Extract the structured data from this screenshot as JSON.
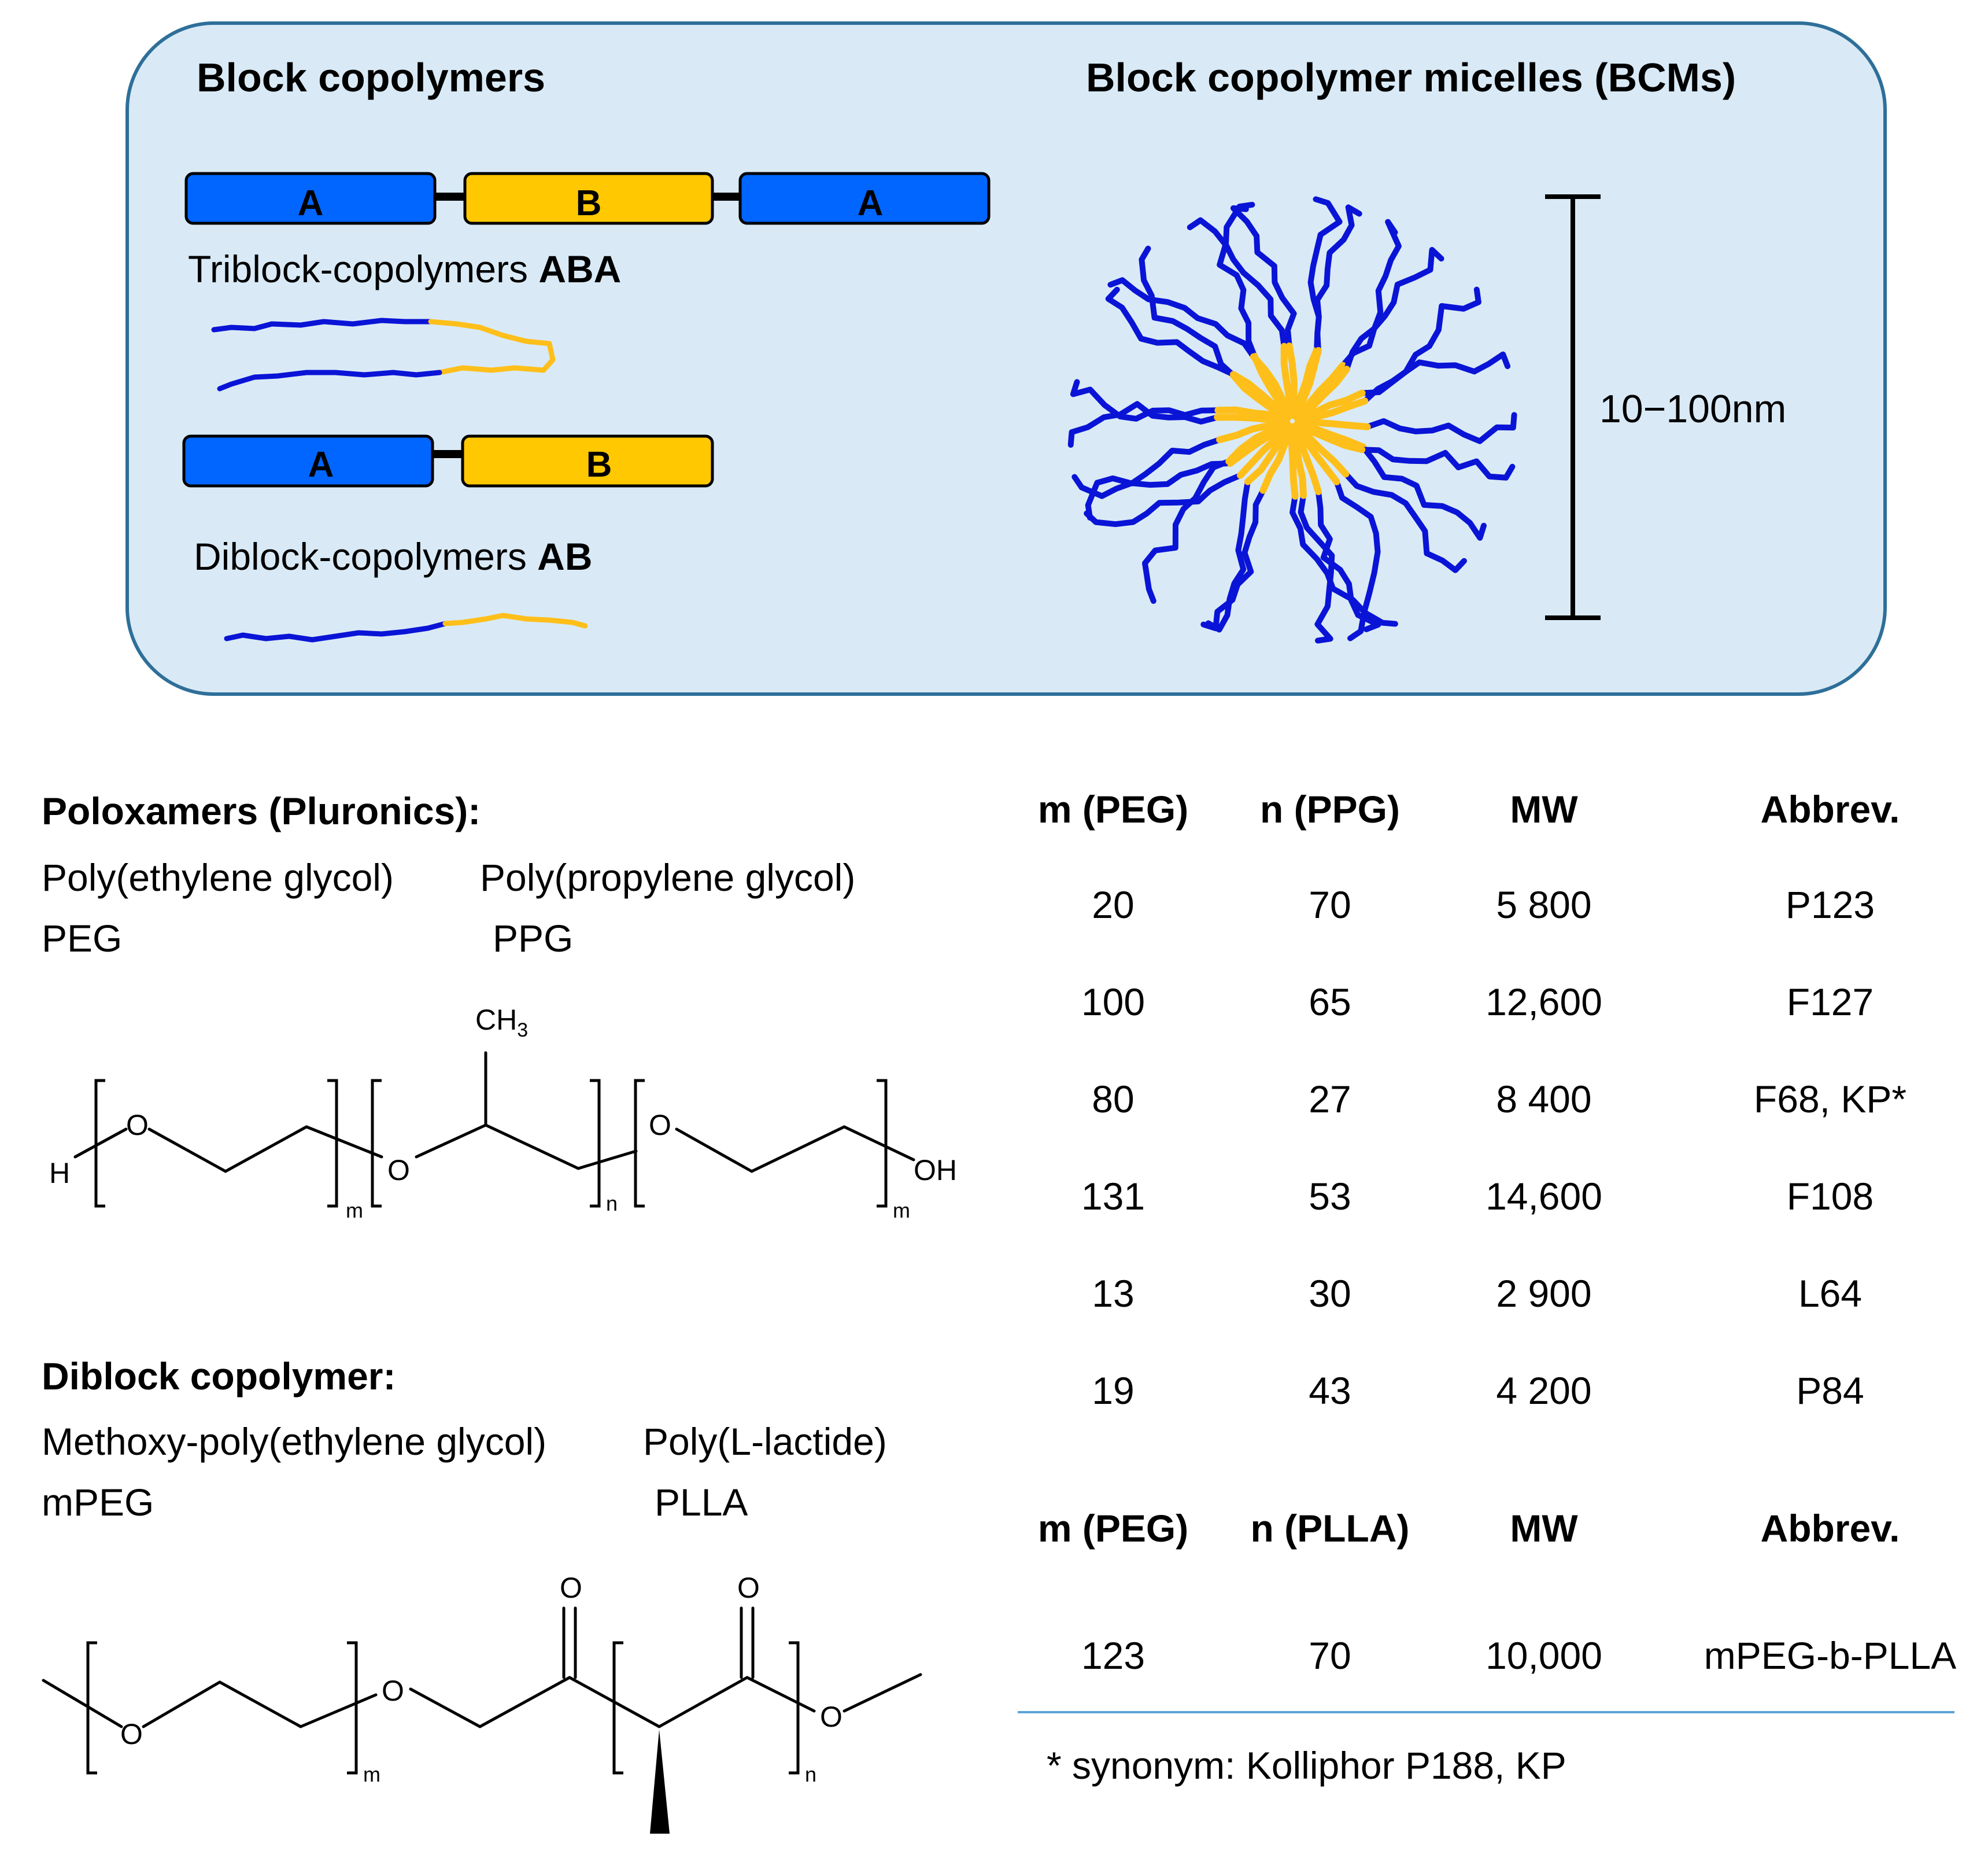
{
  "colors": {
    "panel_fill": "#d9eaf6",
    "panel_border": "#2e6f99",
    "block_A": "#0066ff",
    "block_B": "#ffc800",
    "chain_A": "#0a14d6",
    "chain_B": "#ffbf1a",
    "divider": "#5ba4d6"
  },
  "top_panel": {
    "left_heading": "Block copolymers",
    "right_heading": "Block copolymer micelles (BCMs)",
    "triblock": {
      "blocks": [
        "A",
        "B",
        "A"
      ],
      "label_prefix": "Triblock-copolymers ",
      "label_bold": "ABA"
    },
    "diblock": {
      "blocks": [
        "A",
        "B"
      ],
      "label_prefix": "Diblock-copolymers ",
      "label_bold": "AB"
    },
    "micelle_scale": "10−100nm"
  },
  "poloxamers": {
    "heading": "Poloxamers (Pluronics):",
    "name_left": "Poly(ethylene glycol)",
    "name_right": "Poly(propylene glycol)",
    "abbr_left": "PEG",
    "abbr_right": "PPG",
    "structure": {
      "H": "H",
      "O1": "O",
      "O2": "O",
      "O3": "O",
      "OH": "OH",
      "CH": "CH",
      "CH_sub": "3",
      "m1": "m",
      "n": "n",
      "m2": "m"
    }
  },
  "diblock_section": {
    "heading": "Diblock copolymer:",
    "name_left": "Methoxy-poly(ethylene glycol)",
    "name_right": "Poly(L-lactide)",
    "abbr_left": "mPEG",
    "abbr_right": "PLLA",
    "structure": {
      "O1": "O",
      "O2": "O",
      "O3": "O",
      "O4": "O",
      "O5": "O",
      "m": "m",
      "n": "n"
    }
  },
  "table1": {
    "headers": [
      "m (PEG)",
      "n (PPG)",
      "MW",
      "Abbrev."
    ],
    "rows": [
      [
        "20",
        "70",
        "5 800",
        "P123"
      ],
      [
        "100",
        "65",
        "12,600",
        "F127"
      ],
      [
        "80",
        "27",
        "8 400",
        "F68, KP*"
      ],
      [
        "131",
        "53",
        "14,600",
        "F108"
      ],
      [
        "13",
        "30",
        "2 900",
        "L64"
      ],
      [
        "19",
        "43",
        "4 200",
        "P84"
      ]
    ]
  },
  "table2": {
    "headers": [
      "m (PEG)",
      "n (PLLA)",
      "MW",
      "Abbrev."
    ],
    "rows": [
      [
        "123",
        "70",
        "10,000",
        "mPEG-b-PLLA"
      ]
    ]
  },
  "footnote": "* synonym: Kolliphor P188, KP"
}
